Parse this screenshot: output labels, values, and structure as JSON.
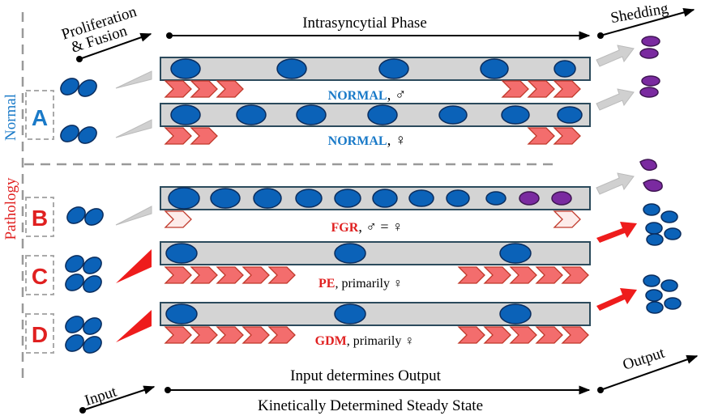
{
  "header": {
    "proliferation": "Proliferation",
    "fusion": "& Fusion",
    "phase": "Intrasyncytial Phase",
    "shedding": "Shedding"
  },
  "footer": {
    "input": "Input",
    "output": "Output",
    "line1": "Input determines Output",
    "line2": "Kinetically Determined Steady State"
  },
  "groups": {
    "normal": "Normal",
    "pathology": "Pathology"
  },
  "rows": {
    "a": {
      "letter": "A",
      "label_top_bold": "NORMAL",
      "label_top_sym": ", ♂",
      "label_bottom_bold": "NORMAL",
      "label_bottom_sym": ", ♀"
    },
    "b": {
      "letter": "B",
      "label_bold": "FGR",
      "label_rest": ", ♂ = ♀"
    },
    "c": {
      "letter": "C",
      "label_bold": "PE",
      "label_rest": ", primarily ♀"
    },
    "d": {
      "letter": "D",
      "label_bold": "GDM",
      "label_rest": ", primarily ♀"
    }
  },
  "colors": {
    "nucleus": "#0b62b8",
    "nucleus_stroke": "#0a2d5e",
    "syncytium": "#d4d4d4",
    "syncytium_stroke": "#2b4a5c",
    "chevron": "#f36d6d",
    "chevron_stroke": "#c0392b",
    "purple": "#7a2aa0",
    "red_text": "#e02020",
    "blue_text": "#1a7ac8",
    "grey_arrow": "#d0d0d0",
    "red_arrow": "#ee1c1c"
  }
}
